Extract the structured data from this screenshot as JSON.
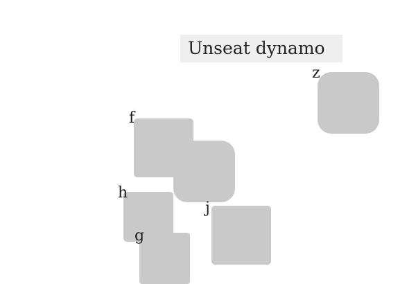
{
  "window": {
    "title": "Unseat dynamo"
  },
  "tiles": [
    {
      "id": "z",
      "label": "z"
    },
    {
      "id": "f",
      "label": "f"
    },
    {
      "id": "h",
      "label": "h"
    },
    {
      "id": "g",
      "label": "g"
    },
    {
      "id": "j",
      "label": "j"
    }
  ],
  "colors": {
    "background": "#ffffff",
    "title_bar": "#efefef",
    "tile": "#c9c9c9",
    "text": "#1e1e1e"
  }
}
